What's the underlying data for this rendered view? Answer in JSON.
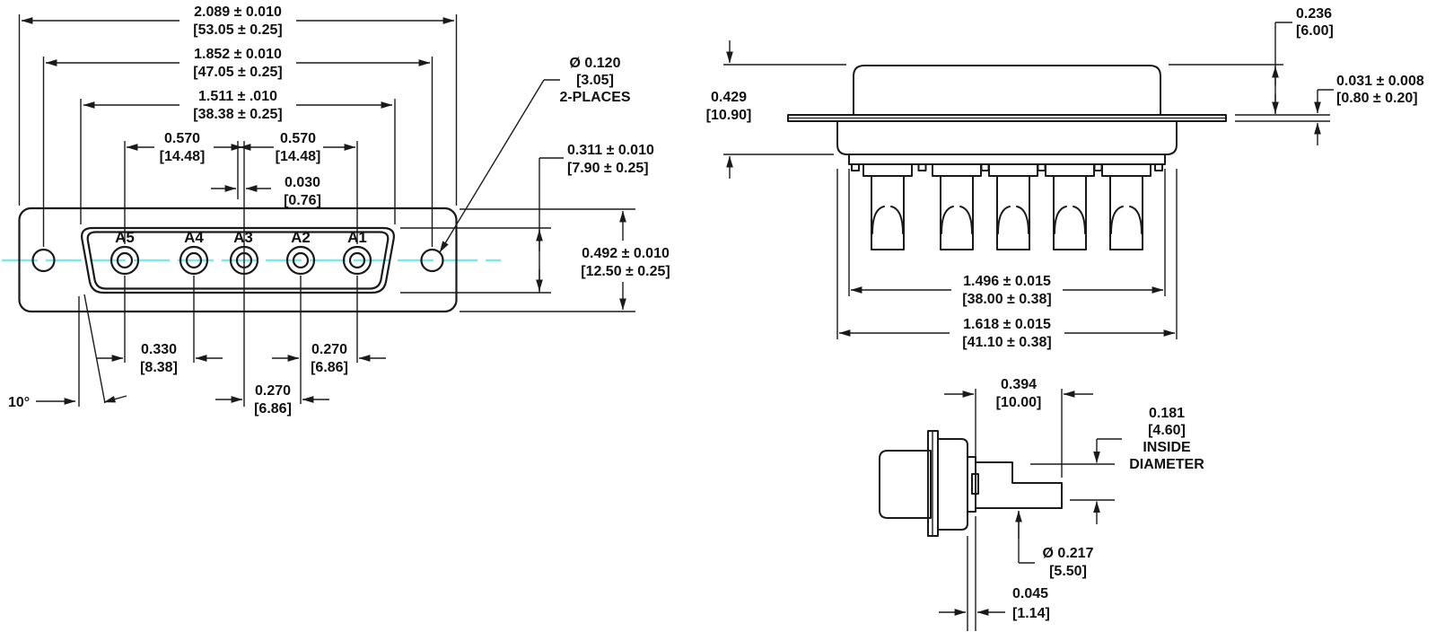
{
  "drawing": {
    "colors": {
      "line": "#1a1a1a",
      "centerline": "#7ce9e9",
      "background": "#ffffff"
    }
  },
  "face_view": {
    "contacts": [
      "A5",
      "A4",
      "A3",
      "A2",
      "A1"
    ],
    "dim_flange_width": {
      "in": "2.089 ± 0.010",
      "mm": "[53.05 ± 0.25]"
    },
    "dim_hole_spacing": {
      "in": "1.852 ± 0.010",
      "mm": "[47.05 ± 0.25]"
    },
    "dim_shell_width": {
      "in": "1.511 ± .010",
      "mm": "[38.38 ± 0.25]"
    },
    "dim_a5_to_a3": {
      "in": "0.570",
      "mm": "[14.48]"
    },
    "dim_center_to_a1": {
      "in": "0.570",
      "mm": "[14.48]"
    },
    "dim_center_offset": {
      "in": "0.030",
      "mm": "[0.76]"
    },
    "hole_note": {
      "line1": "Ø 0.120",
      "line2": "[3.05]",
      "line3": "2-PLACES"
    },
    "dim_shell_height": {
      "in": "0.311 ± 0.010",
      "mm": "[7.90 ± 0.25]"
    },
    "dim_flange_height": {
      "in": "0.492 ± 0.010",
      "mm": "[12.50 ± 0.25]"
    },
    "dim_a5_to_a4": {
      "in": "0.330",
      "mm": "[8.38]"
    },
    "dim_a2_to_a1": {
      "in": "0.270",
      "mm": "[6.86]"
    },
    "dim_a3_to_a2": {
      "in": "0.270",
      "mm": "[6.86]"
    },
    "draft_angle": "10°"
  },
  "side_view": {
    "dim_shell_height": {
      "in": "0.236",
      "mm": "[6.00]"
    },
    "dim_flange_thickness": {
      "in": "0.031 ± 0.008",
      "mm": "[0.80 ± 0.20]"
    },
    "dim_front_depth": {
      "in": "0.429",
      "mm": "[10.90]"
    },
    "dim_insulator_width": {
      "in": "1.496 ± 0.015",
      "mm": "[38.00 ± 0.38]"
    },
    "dim_body_width": {
      "in": "1.618 ± 0.015",
      "mm": "[41.10 ± 0.38]"
    }
  },
  "detail_view": {
    "dim_protrusion": {
      "in": "0.394",
      "mm": "[10.00]"
    },
    "dim_inside_dia": {
      "in": "0.181",
      "mm": "[4.60]",
      "note1": "INSIDE",
      "note2": "DIAMETER"
    },
    "dim_outer_dia": {
      "in": "Ø 0.217",
      "mm": "[5.50]"
    },
    "dim_groove_width": {
      "in": "0.045",
      "mm": "[1.14]"
    }
  }
}
